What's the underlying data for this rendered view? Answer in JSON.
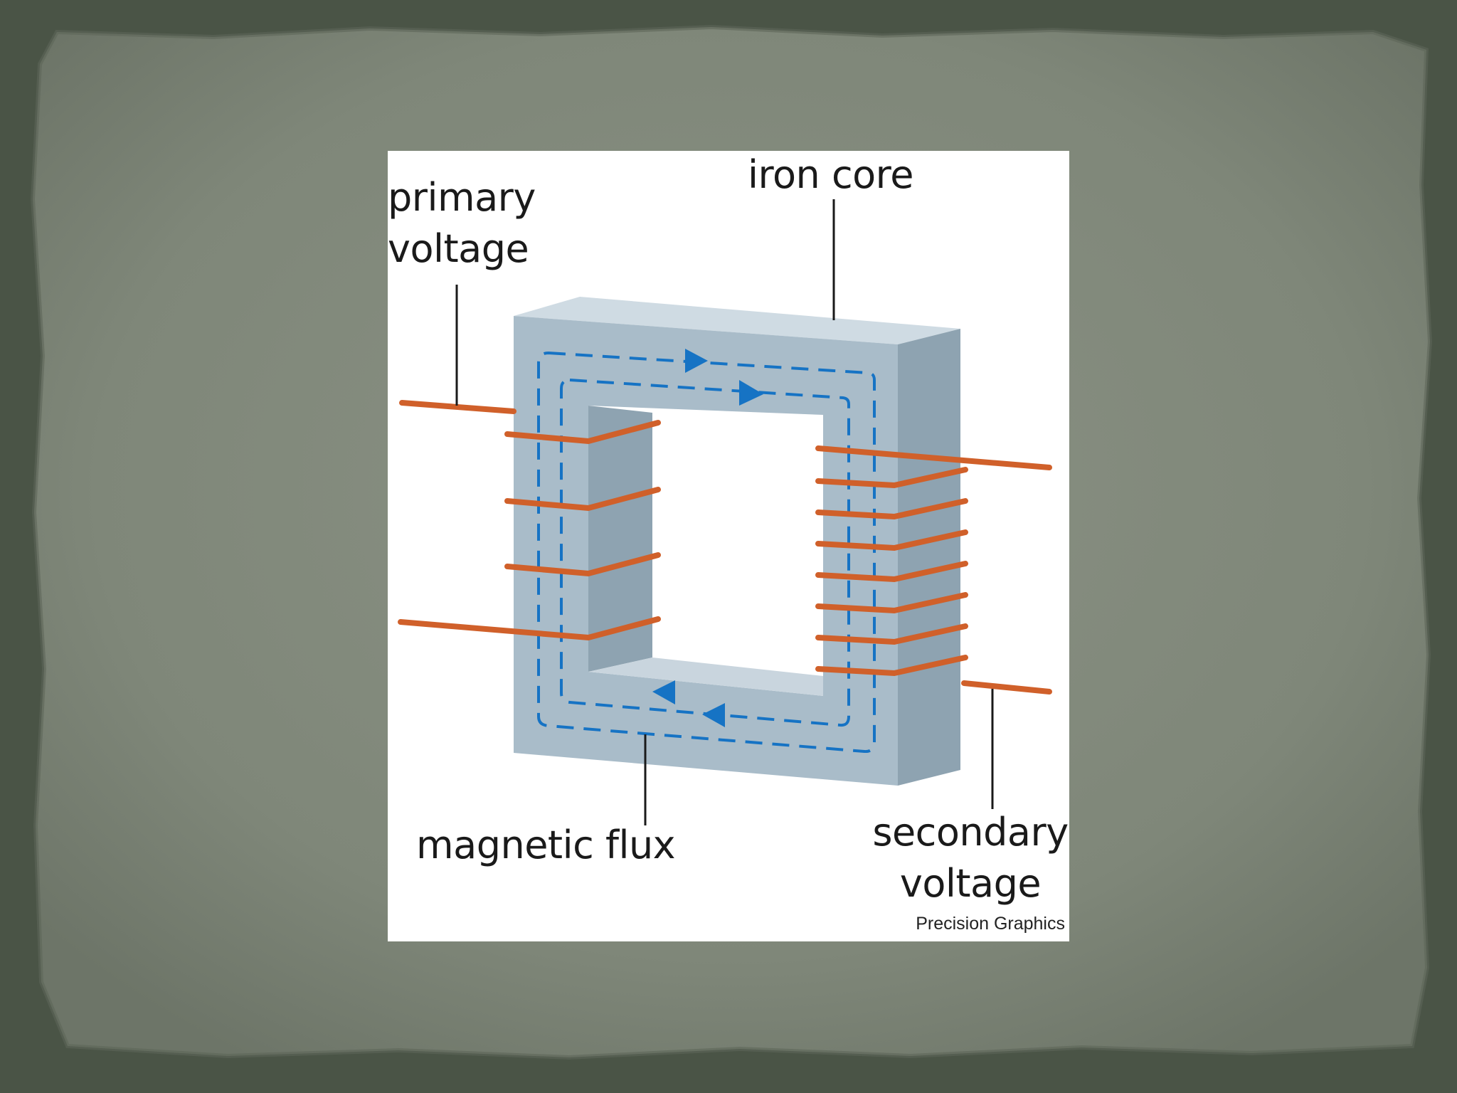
{
  "labels": {
    "iron_core": "iron core",
    "primary_voltage": "primary voltage",
    "magnetic_flux": "magnetic flux",
    "secondary_voltage": "secondary voltage"
  },
  "credit": "Precision Graphics",
  "colors": {
    "slide_background": "#4a5446",
    "paper": "#838a7d",
    "core_front": "#a9bcc9",
    "core_top": "#cfdbe3",
    "core_side": "#8ea3b1",
    "flux": "#1673c4",
    "copper": "#d0602a"
  },
  "icons": [
    "flux-arrow-icon"
  ]
}
